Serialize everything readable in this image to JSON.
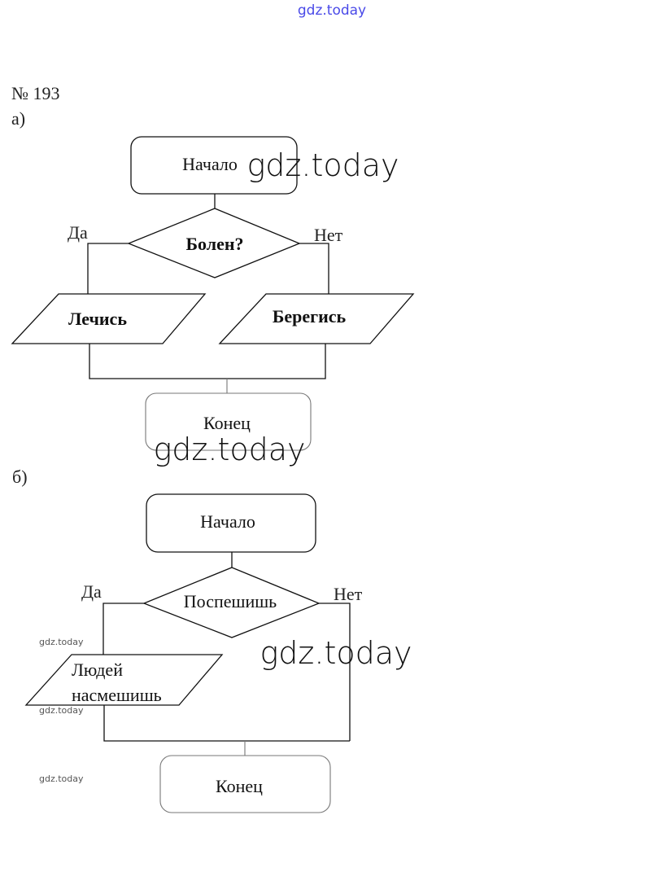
{
  "watermark": "gdz.today",
  "problem_number": "№ 193",
  "diagram_a": {
    "label": "а)",
    "start": "Начало",
    "condition": "Болен?",
    "yes": "Да",
    "no": "Нет",
    "yes_action": "Лечись",
    "no_action": "Берегись",
    "end": "Конец"
  },
  "diagram_b": {
    "label": "б)",
    "start": "Начало",
    "condition": "Поспешишь",
    "yes": "Да",
    "no": "Нет",
    "yes_action_line1": "Людей",
    "yes_action_line2": "насмешишь",
    "end": "Конец"
  }
}
